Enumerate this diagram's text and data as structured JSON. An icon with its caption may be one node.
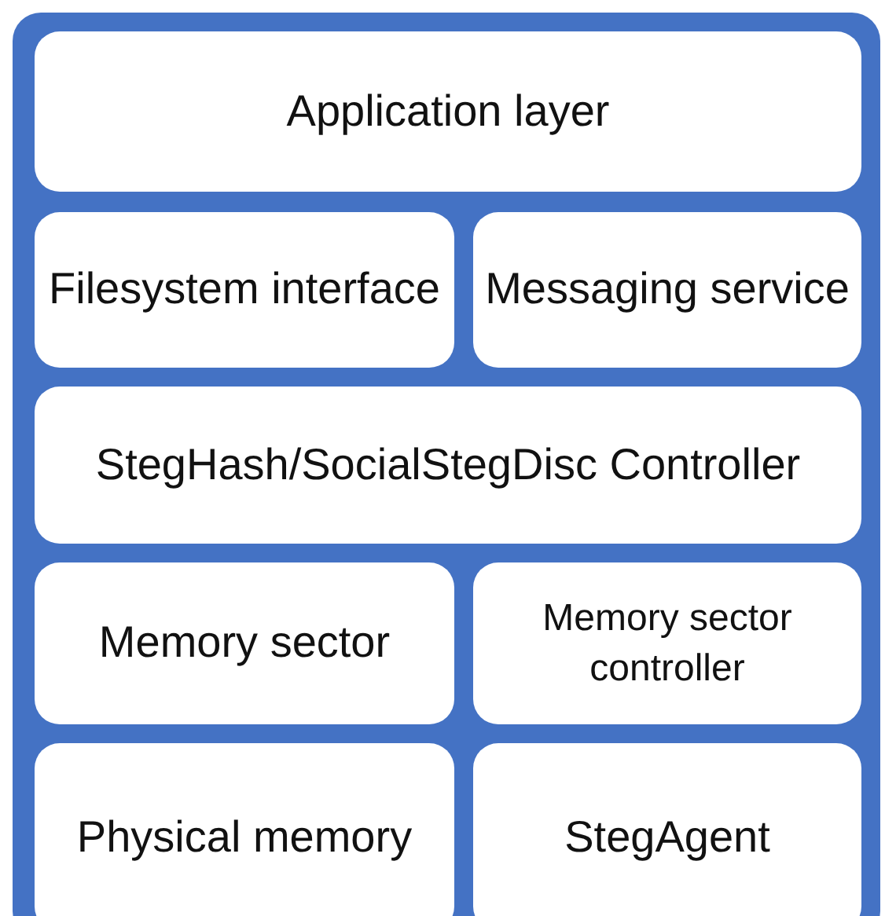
{
  "diagram": {
    "nodes": [
      {
        "text": [
          "Application layer"
        ]
      },
      {
        "text": [
          "Filesystem interface"
        ]
      },
      {
        "text": [
          "Messaging service"
        ]
      },
      {
        "text": [
          "StegHash/SocialStegDisc Controller"
        ]
      },
      {
        "text": [
          "Memory sector"
        ]
      },
      {
        "text": [
          "Memory sector controller"
        ]
      },
      {
        "text": [
          "Physical memory"
        ]
      },
      {
        "text": [
          "StegAgent"
        ]
      }
    ]
  }
}
